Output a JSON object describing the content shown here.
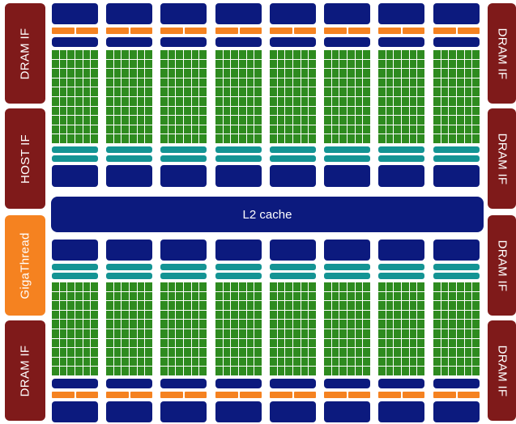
{
  "labels": {
    "left": [
      "DRAM IF",
      "HOST IF",
      "GigaThread",
      "DRAM IF"
    ],
    "right": [
      "DRAM IF",
      "DRAM IF",
      "DRAM IF",
      "DRAM IF"
    ],
    "center": "L2 cache"
  },
  "layout": {
    "sm_columns": 8,
    "rows": 2,
    "core_grid_columns": 6,
    "core_grid_rows": 10
  },
  "colors": {
    "dram_if": "#7f1a1a",
    "gigathread": "#f58220",
    "navy": "#0c1a7e",
    "orange": "#f58220",
    "teal": "#149494",
    "green": "#2e8b1f",
    "background": "#ffffff"
  }
}
